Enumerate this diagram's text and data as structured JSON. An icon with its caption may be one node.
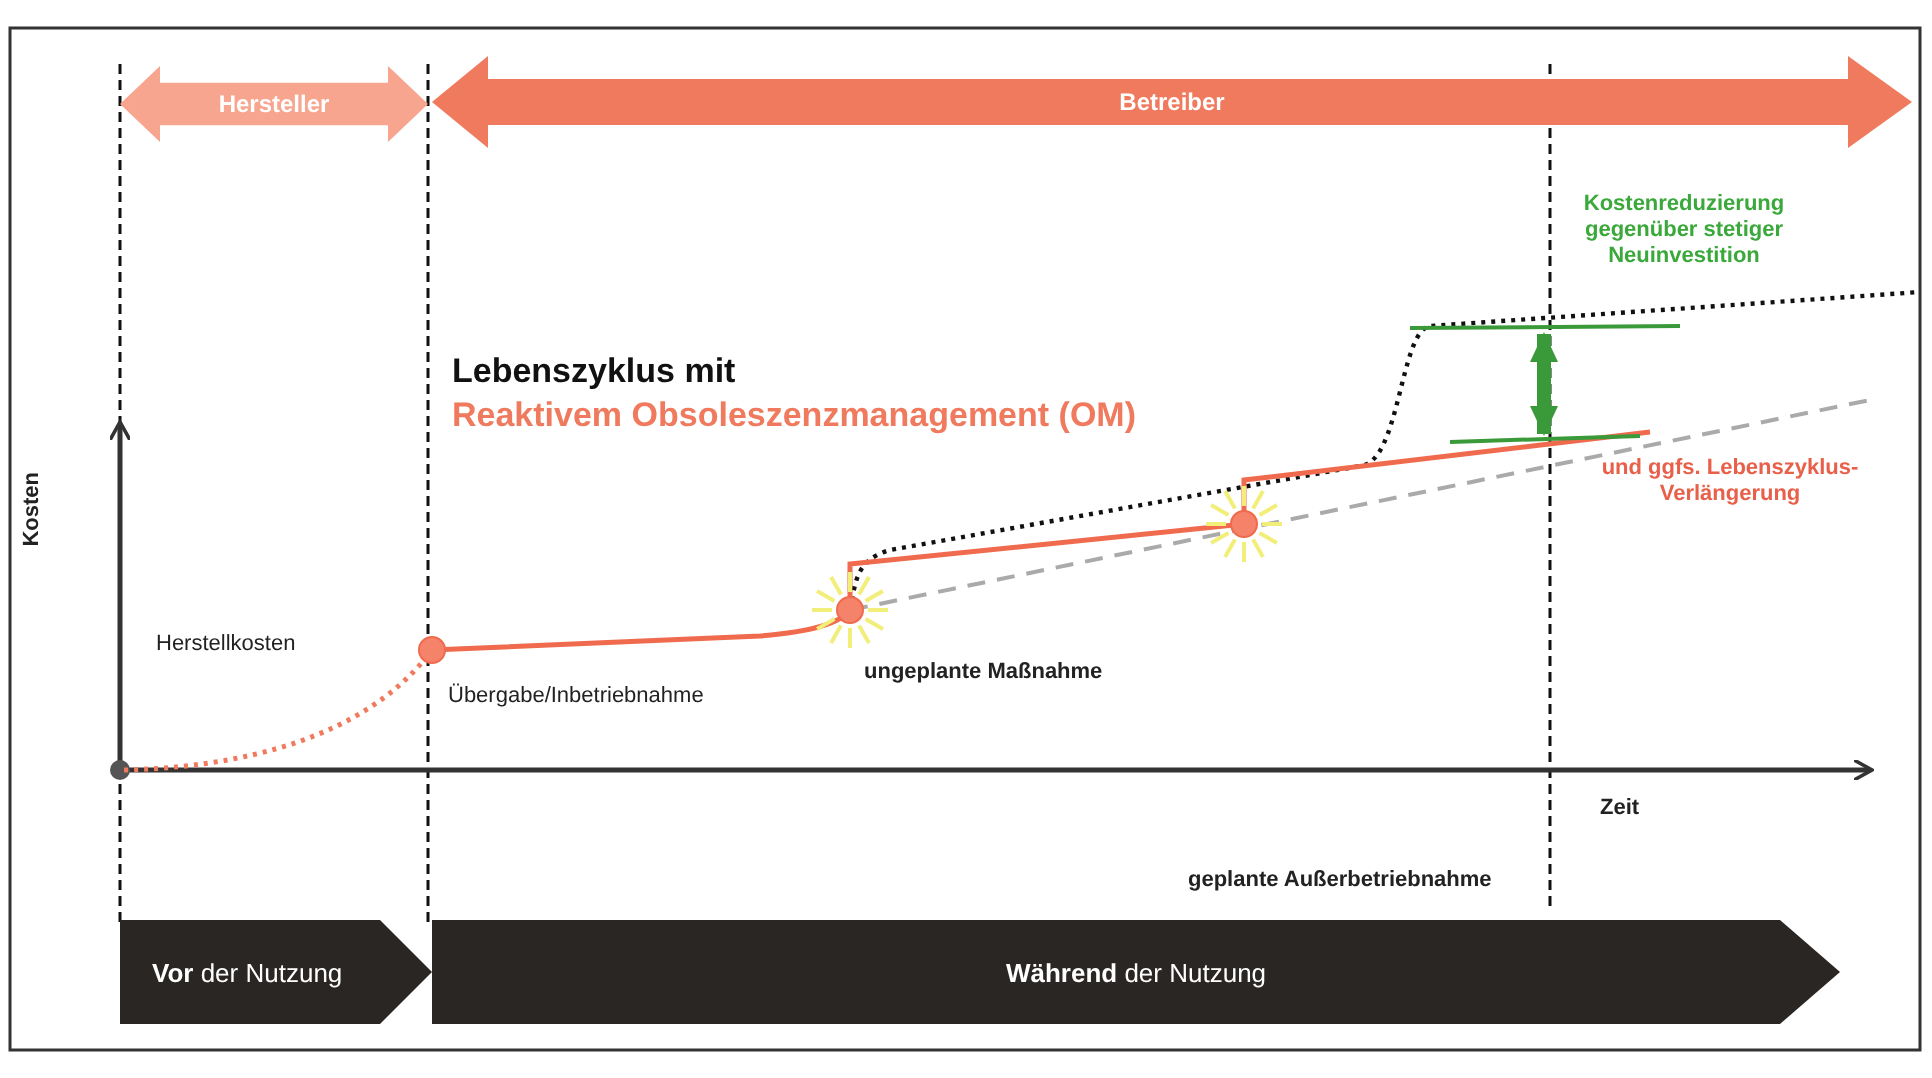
{
  "diagram": {
    "nodes": [
      {
        "text": [
          "Hersteller"
        ]
      },
      {
        "text": [
          "Betreiber"
        ]
      },
      {
        "text": [
          "**Vor** der Nutzung"
        ]
      },
      {
        "text": [
          "**Während** der Nutzung"
        ]
      }
    ],
    "labels": [
      "Kostenreduzierung gegenüber stetiger Neuinvestition",
      "Lebenszyklus mit",
      "Reaktivem Obsoleszenzmanagement (OM)",
      "und ggfs. Lebenszyklus-Verlängerung",
      "Kosten",
      "Herstellkosten",
      "Übergabe/Inbetriebnahme",
      "ungeplante Maßnahme",
      "Zeit",
      "geplante Außerbetriebnahme"
    ]
  }
}
